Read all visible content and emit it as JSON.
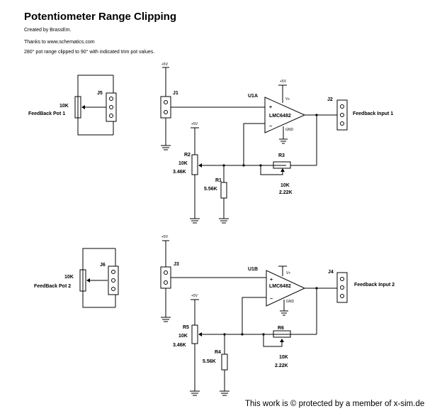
{
  "header": {
    "title": "Potentiometer Range Clipping",
    "credit": "Created by BrassEm.",
    "thanks": "Thanks to www.schematics.com",
    "description": "280° pot range clipped to 90° with indicated trim pot values."
  },
  "footer": "This work is © protected by a member of x-sim.de",
  "circuits": [
    {
      "pot_conn": "J5",
      "pot_value": "10K",
      "pot_label": "FeedBack Pot 1",
      "in_conn": "J1",
      "in_supply": "+5V",
      "opamp_ref": "U1A",
      "opamp_part": "LMC6482",
      "opamp_supply": "+5V",
      "opamp_vplus": "V+",
      "opamp_gnd": "GND",
      "plus_sign": "+",
      "minus_sign": "−",
      "r_pot_ref": "R2",
      "r_pot_value": "10K",
      "r_pot_trim": "3.46K",
      "r_pot_supply": "+5V",
      "r_fixed_ref": "R1",
      "r_fixed_value": "5.56K",
      "r_fb_ref": "R3",
      "r_fb_value": "10K",
      "r_fb_trim": "2.22K",
      "out_conn": "J2",
      "out_label": "Feedback Input 1"
    },
    {
      "pot_conn": "J6",
      "pot_value": "10K",
      "pot_label": "FeedBack Pot 2",
      "in_conn": "J3",
      "in_supply": "+5V",
      "opamp_ref": "U1B",
      "opamp_part": "LMC6482",
      "opamp_supply": "+5V",
      "opamp_vplus": "V+",
      "opamp_gnd": "GND",
      "plus_sign": "+",
      "minus_sign": "−",
      "r_pot_ref": "R5",
      "r_pot_value": "10K",
      "r_pot_trim": "3.46K",
      "r_pot_supply": "+5V",
      "r_fixed_ref": "R4",
      "r_fixed_value": "5.56K",
      "r_fb_ref": "R6",
      "r_fb_value": "10K",
      "r_fb_trim": "2.22K",
      "out_conn": "J4",
      "out_label": "Feedback Input 2"
    }
  ]
}
